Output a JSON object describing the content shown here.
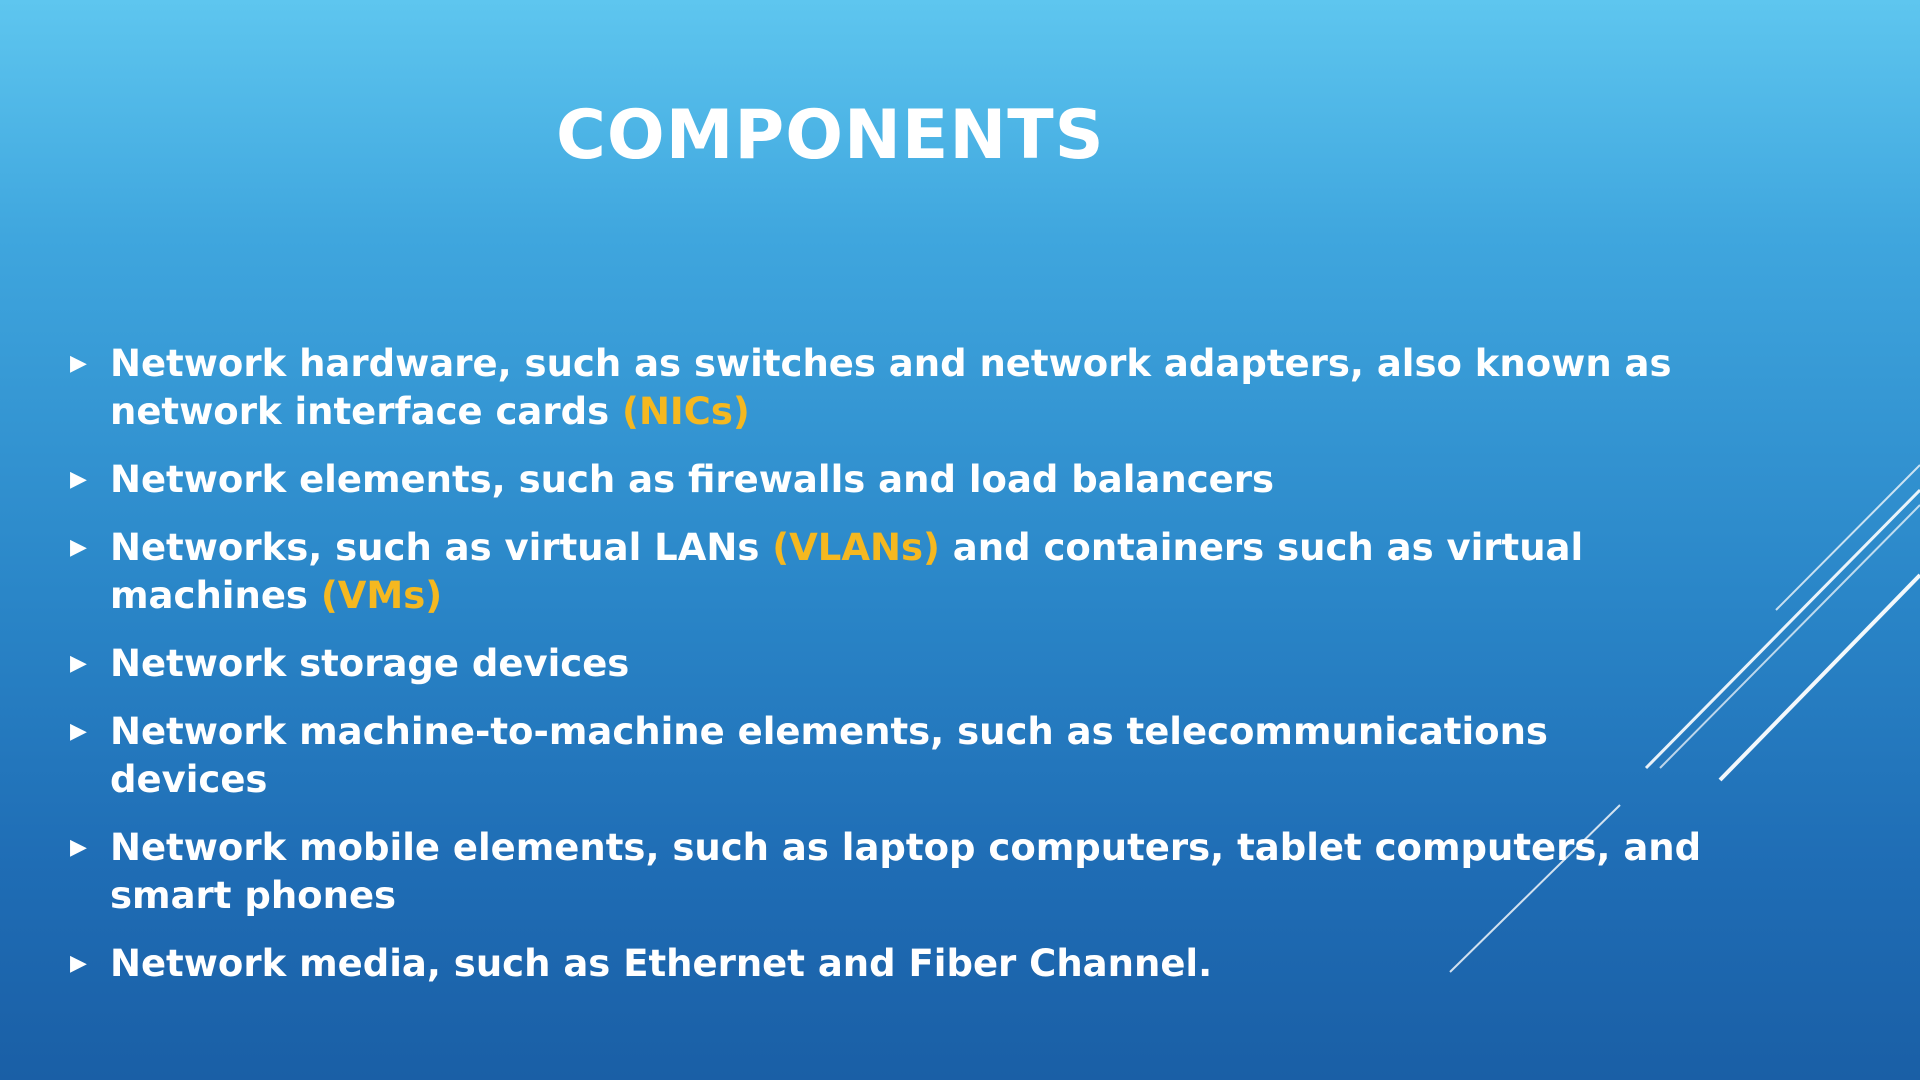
{
  "slide": {
    "title": "COMPONENTS",
    "bullets": [
      {
        "parts": [
          {
            "text": "Network hardware, such as switches and network adapters, also known as network interface cards ",
            "highlight": false
          },
          {
            "text": "(NICs)",
            "highlight": true
          }
        ]
      },
      {
        "parts": [
          {
            "text": "Network elements, such as firewalls and load balancers",
            "highlight": false
          }
        ]
      },
      {
        "parts": [
          {
            "text": "Networks, such as virtual LANs ",
            "highlight": false
          },
          {
            "text": "(VLANs)",
            "highlight": true
          },
          {
            "text": " and containers such as virtual machines ",
            "highlight": false
          },
          {
            "text": "(VMs)",
            "highlight": true
          }
        ]
      },
      {
        "parts": [
          {
            "text": "Network storage devices",
            "highlight": false
          }
        ]
      },
      {
        "parts": [
          {
            "text": "Network machine-to-machine elements, such as telecommunications devices",
            "highlight": false
          }
        ]
      },
      {
        "parts": [
          {
            "text": "Network mobile elements, such as laptop computers, tablet computers, and smart phones",
            "highlight": false
          }
        ]
      },
      {
        "parts": [
          {
            "text": "Network media, such as Ethernet and Fiber Channel.",
            "highlight": false
          }
        ]
      }
    ]
  },
  "colors": {
    "text": "#ffffff",
    "highlight": "#f5b820",
    "background_top": "#5ec6ef",
    "background_bottom": "#1a5fa6"
  },
  "icons": {
    "bullet_marker": "triangle-right-icon",
    "decoration": "diagonal-lines-decoration"
  }
}
